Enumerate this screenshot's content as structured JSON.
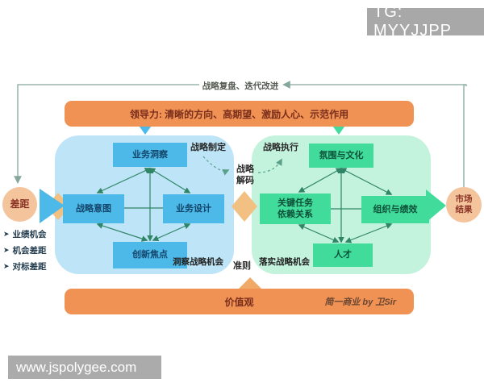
{
  "tg_badge": "TG: MYYJJPP",
  "site_bar": "www.jspolygee.com",
  "feedback_loop_label": "战略复盘、迭代改进",
  "leadership_banner": "领导力: 清晰的方向、高期望、激励人心、示范作用",
  "values_banner": {
    "label": "价值观",
    "credit": "简一商业 by 卫Sir"
  },
  "gap_circle": "差距",
  "result_circle": "市场\n结果",
  "bullet_glyph": "➤",
  "gap_list": [
    "业绩机会",
    "机会差距",
    "对标差距"
  ],
  "phase_labels": {
    "formulate": "战略制定",
    "execute": "战略执行",
    "decode": "战略\n解码",
    "principles": "准则"
  },
  "formulation_panel": {
    "nodes": [
      "业务洞察",
      "战略意图",
      "业务设计",
      "创新焦点"
    ],
    "corner_label": "洞察战略机会"
  },
  "execution_panel": {
    "nodes": [
      "氛围与文化",
      "关键任务\n依赖关系",
      "组织与绩效",
      "人才"
    ],
    "corner_label": "落实战略机会"
  },
  "colors": {
    "banner_orange": "#EF9254",
    "panel_blue": "#BEE4F7",
    "node_blue": "#4CB9E9",
    "panel_green": "#C3F2DD",
    "node_green": "#41DC9C",
    "circle_peach": "#F4C49D",
    "diamond_orange": "#F2C083",
    "arrow_green": "#2F8566",
    "loop_line": "#85A79A",
    "badge_gray": "#A8A8A8"
  }
}
